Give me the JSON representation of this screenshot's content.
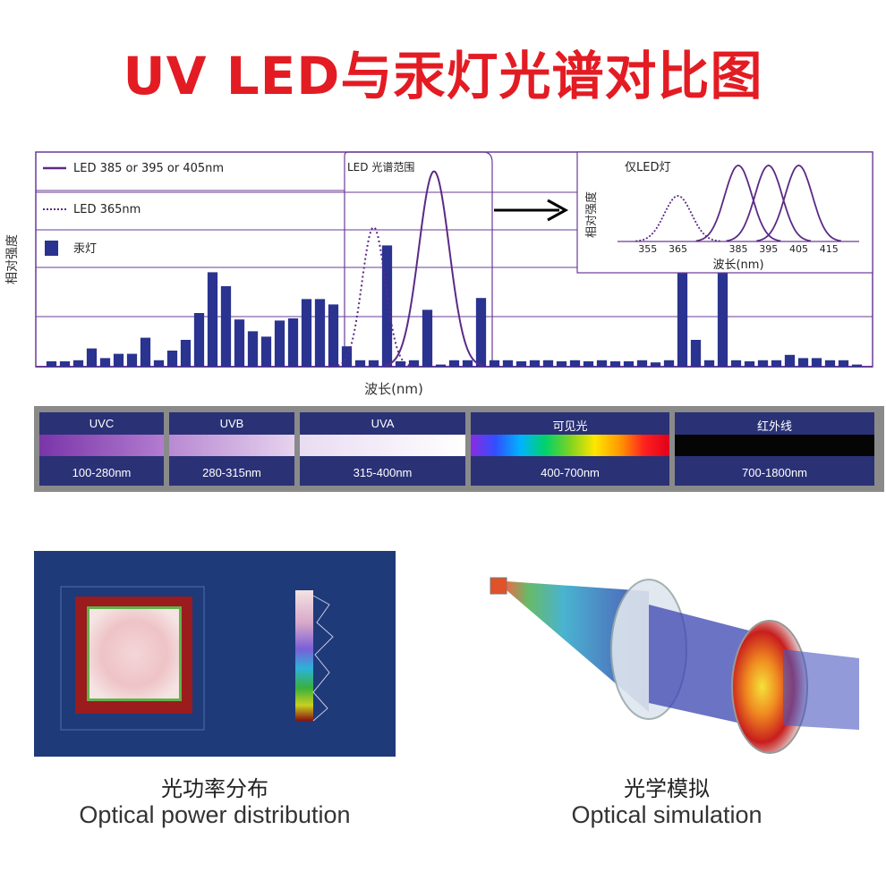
{
  "title": "UV LED与汞灯光谱对比图",
  "colors": {
    "title": "#e31b23",
    "led": "#5b2a86",
    "hg_bar": "#2b3390",
    "frame": "#6a3b97"
  },
  "chart_data": [
    {
      "type": "bar",
      "ylabel": "相对强度",
      "xlabel": "波长(nm)",
      "legend": [
        {
          "style": "solid-line",
          "label": "LED 385 or 395 or 405nm"
        },
        {
          "style": "dotted-line",
          "label": "LED 365nm"
        },
        {
          "style": "bar",
          "label": "汞灯"
        }
      ],
      "annotation": "LED 光谱范围",
      "series": [
        {
          "name": "汞灯",
          "type": "bar",
          "values": [
            5,
            5,
            6,
            17,
            8,
            12,
            12,
            27,
            6,
            15,
            25,
            50,
            88,
            75,
            44,
            33,
            28,
            43,
            45,
            63,
            63,
            58,
            19,
            6,
            6,
            113,
            5,
            6,
            53,
            2,
            6,
            6,
            64,
            6,
            6,
            5,
            6,
            6,
            5,
            6,
            5,
            6,
            5,
            5,
            6,
            4,
            6,
            113,
            25,
            6,
            90,
            6,
            5,
            6,
            6,
            11,
            8,
            8,
            6,
            6,
            2
          ]
        },
        {
          "name": "LED 365nm",
          "type": "line-dotted",
          "peak_bar_index": 24,
          "peak": 130
        },
        {
          "name": "LED 385 or 395 or 405nm",
          "type": "line",
          "peak_bar_index": 28.5,
          "peak": 182
        }
      ]
    },
    {
      "type": "line",
      "title": "仅LED灯",
      "ylabel": "相对强度",
      "xlabel": "波长(nm)",
      "x_ticks": [
        355,
        365,
        385,
        395,
        405,
        415
      ],
      "series": [
        {
          "name": "LED 365nm",
          "style": "dotted",
          "peak_x": 365,
          "peak": 0.6
        },
        {
          "name": "LED 385nm",
          "style": "solid",
          "peak_x": 385,
          "peak": 1.0
        },
        {
          "name": "LED 395nm",
          "style": "solid",
          "peak_x": 395,
          "peak": 1.0
        },
        {
          "name": "LED 405nm",
          "style": "solid",
          "peak_x": 405,
          "peak": 1.0
        }
      ]
    }
  ],
  "bands": [
    {
      "label": "UVC",
      "range": "100-280nm"
    },
    {
      "label": "UVB",
      "range": "280-315nm"
    },
    {
      "label": "UVA",
      "range": "315-400nm"
    },
    {
      "label": "可见光",
      "range": "400-700nm"
    },
    {
      "label": "红外线",
      "range": "700-1800nm"
    }
  ],
  "captions": {
    "left_cn": "光功率分布",
    "left_en": "Optical power distribution",
    "right_cn": "光学模拟",
    "right_en": "Optical simulation"
  }
}
